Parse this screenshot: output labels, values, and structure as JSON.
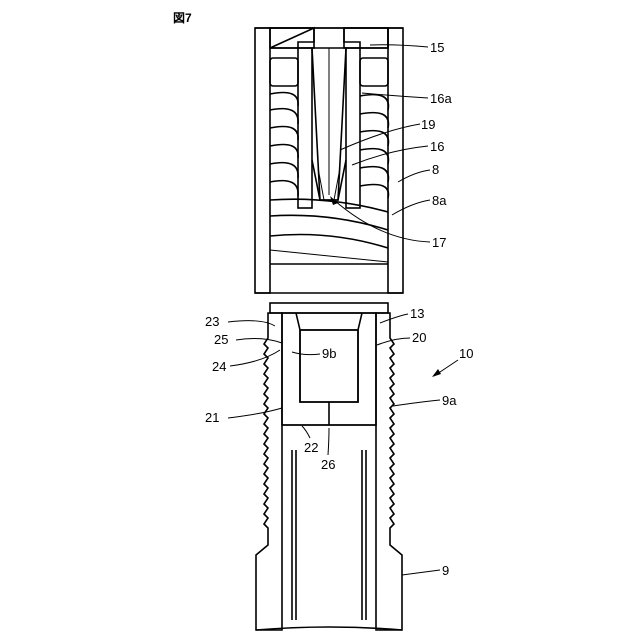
{
  "figure": {
    "title": "図7"
  },
  "labels": {
    "l15": "15",
    "l16a": "16a",
    "l19": "19",
    "l16": "16",
    "l8": "8",
    "l8a": "8a",
    "l17": "17",
    "l13": "13",
    "l23": "23",
    "l25": "25",
    "l20": "20",
    "l10": "10",
    "l9b": "9b",
    "l24": "24",
    "l9a": "9a",
    "l21": "21",
    "l22": "22",
    "l26": "26",
    "l9": "9"
  }
}
